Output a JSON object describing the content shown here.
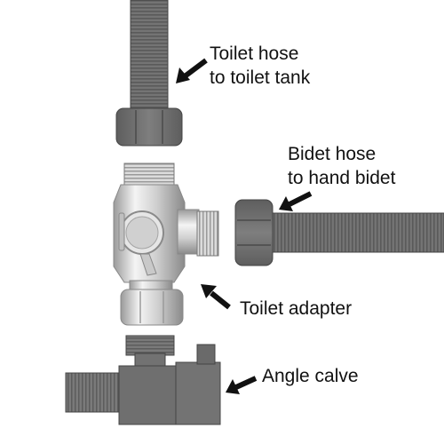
{
  "labels": {
    "toilet_hose": {
      "line1": "Toilet hose",
      "line2": "to toilet tank"
    },
    "bidet_hose": {
      "line1": "Bidet hose",
      "line2": "to hand bidet"
    },
    "toilet_adapter": "Toilet adapter",
    "angle_valve": "Angle calve"
  },
  "parts": [
    "toilet-hose",
    "bidet-hose",
    "t-adapter",
    "angle-valve"
  ],
  "colors": {
    "hose_gray": "#6e6e6e",
    "hose_rib_dark": "#555555",
    "chrome_light": "#f2f2f2",
    "chrome_mid": "#c9c9c9",
    "chrome_dark": "#8a8a8a",
    "arrow": "#111111",
    "text": "#111111"
  }
}
